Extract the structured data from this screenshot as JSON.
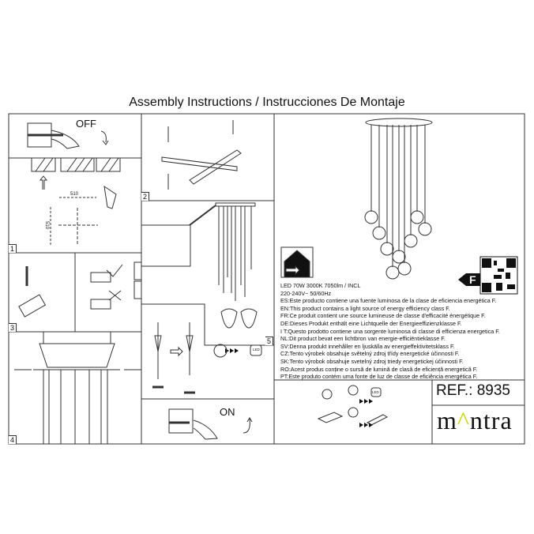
{
  "title": "Assembly Instructions / Instrucciones De Montaje",
  "steps": {
    "off_label": "OFF",
    "on_label": "ON",
    "step1": "1",
    "step2": "2",
    "step3": "3",
    "step4": "4",
    "step5": "5",
    "dim_horizontal": "510",
    "dim_vertical": "510"
  },
  "energy": {
    "class": "F",
    "spec_line1": "LED 70W  3000K  7050lm  / INCL",
    "spec_line2": "220-240V~  50/60Hz",
    "statements": [
      "ES:Este producto contiene una fuente luminosa de la clase de eficiencia energética F.",
      "EN:This product contains a light source of energy efficiency class F.",
      "FR:Ce produit contient une source lumineuse de classe d'efficacité énergétique F.",
      "DE:Dieses Produkt enthält eine Lichtquelle der Energieeffizienzklasse F.",
      "I T:Questo prodotto contiene una sorgente luminosa di classe di efficienza energetica F.",
      "NL:Dit product bevat een lichtbron van energie-efficiëntieklasse F.",
      "SV:Denna produkt innehåller en ljuskälla av energieffektivitetsklass F.",
      "CZ:Tento výrobek obsahuje světelný zdroj třídy energetické účinnosti F.",
      "SK:Tento výrobok obsahuje svetelný zdroj triedy energetickej účinnosti F.",
      "RO:Acest produs conține o sursă de lumină de clasă de eficiență energetică F.",
      "PT:Este produto contém uma fonte de luz de classe de eficiência energética F."
    ]
  },
  "icons": {
    "led_label": "LED"
  },
  "ref": "REF.: 8935",
  "brand": {
    "logo_text": "mantra",
    "accent_color": "#c8d400"
  }
}
